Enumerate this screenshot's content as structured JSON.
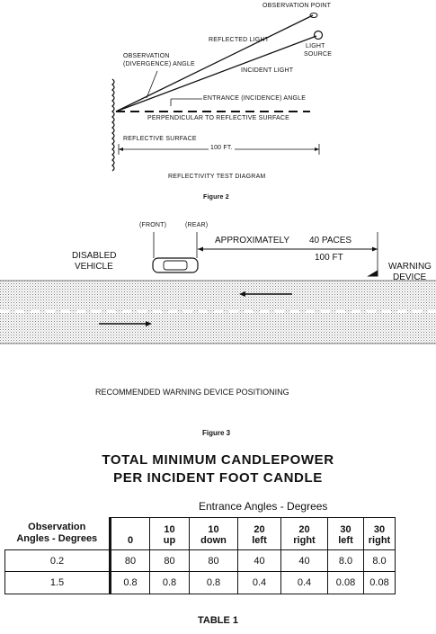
{
  "figure2": {
    "observation_point": "OBSERVATION POINT",
    "reflected_light": "REFLECTED LIGHT",
    "light_source_line1": "LIGHT",
    "light_source_line2": "SOURCE",
    "observation_angle_line1": "OBSERVATION",
    "observation_angle_line2": "(DIVERGENCE) ANGLE",
    "incident_light": "INCIDENT LIGHT",
    "entrance_angle": "ENTRANCE (INCIDENCE) ANGLE",
    "perpendicular": "PERPENDICULAR TO REFLECTIVE SURFACE",
    "reflective_surface": "REFLECTIVE SURFACE",
    "distance": "100 FT.",
    "diagram_title": "REFLECTIVITY TEST DIAGRAM",
    "caption": "Figure 2"
  },
  "figure3": {
    "front": "(FRONT)",
    "rear": "(REAR)",
    "approximately": "APPROXIMATELY",
    "paces": "40 PACES",
    "feet": "100 FT",
    "disabled_line1": "DISABLED",
    "disabled_line2": "VEHICLE",
    "warning_line1": "WARNING",
    "warning_line2": "DEVICE",
    "title": "RECOMMENDED WARNING DEVICE POSITIONING",
    "caption": "Figure 3"
  },
  "table1": {
    "title_line1": "TOTAL MINIMUM CANDLEPOWER",
    "title_line2": "PER INCIDENT FOOT CANDLE",
    "entrance_header": "Entrance Angles - Degrees",
    "row_header_line1": "Observation",
    "row_header_line2": "Angles - Degrees",
    "columns": [
      {
        "l1": "",
        "l2": "0"
      },
      {
        "l1": "10",
        "l2": "up"
      },
      {
        "l1": "10",
        "l2": "down"
      },
      {
        "l1": "20",
        "l2": "left"
      },
      {
        "l1": "20",
        "l2": "right"
      },
      {
        "l1": "30",
        "l2": "left"
      },
      {
        "l1": "30",
        "l2": "right"
      }
    ],
    "rows": [
      {
        "angle": "0.2",
        "values": [
          "80",
          "80",
          "80",
          "40",
          "40",
          "8.0",
          "8.0"
        ]
      },
      {
        "angle": "1.5",
        "values": [
          "0.8",
          "0.8",
          "0.8",
          "0.4",
          "0.4",
          "0.08",
          "0.08"
        ]
      }
    ],
    "caption": "TABLE 1"
  }
}
